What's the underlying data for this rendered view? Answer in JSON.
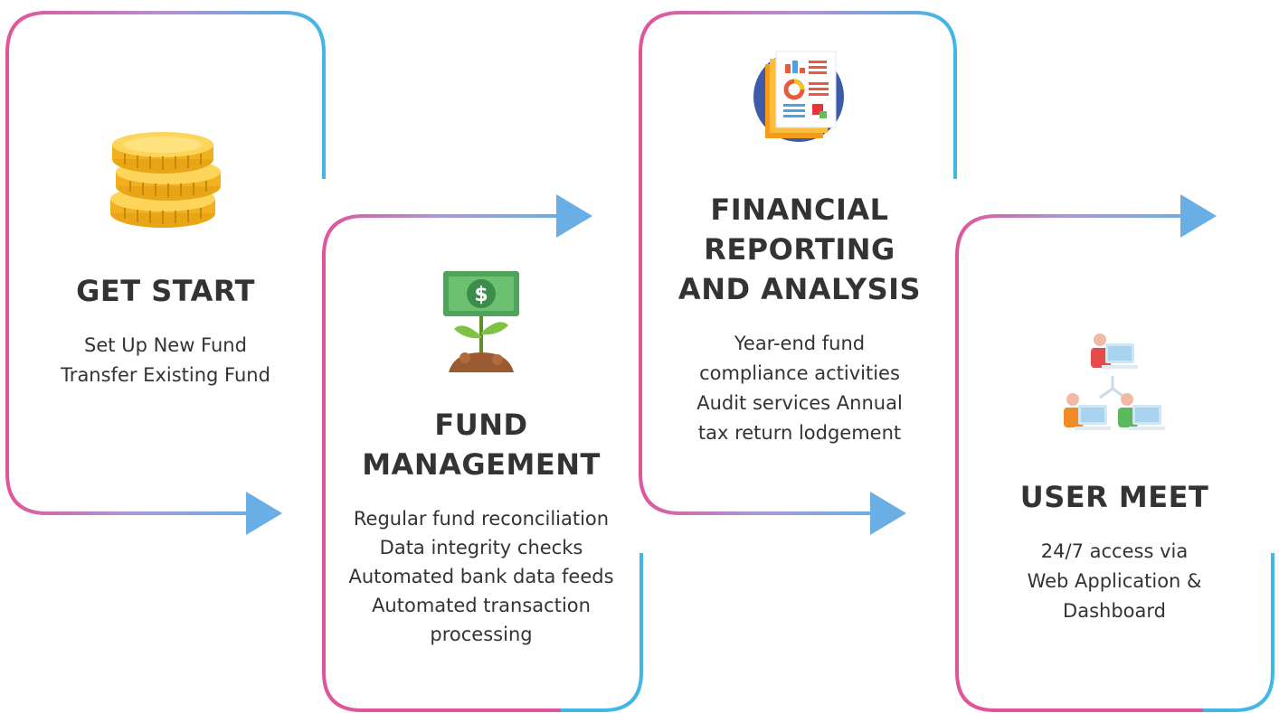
{
  "colors": {
    "pink": "#e0559a",
    "blue": "#41b7e6",
    "arrow": "#6aaee6",
    "text": "#333333"
  },
  "steps": [
    {
      "title_lines": [
        "GET START"
      ],
      "desc_lines": [
        "Set Up New Fund",
        "Transfer Existing Fund"
      ],
      "icon": "coins-stack-icon"
    },
    {
      "title_lines": [
        "FUND",
        "MANAGEMENT"
      ],
      "desc_lines": [
        "Regular fund reconciliation",
        "Data integrity checks",
        "Automated bank data feeds",
        "Automated transaction",
        "processing"
      ],
      "icon": "money-plant-icon"
    },
    {
      "title_lines": [
        "FINANCIAL",
        "REPORTING",
        "AND ANALYSIS"
      ],
      "desc_lines": [
        "Year-end fund",
        "compliance activities",
        "Audit services Annual",
        "tax return lodgement"
      ],
      "icon": "report-document-icon"
    },
    {
      "title_lines": [
        "USER MEET"
      ],
      "desc_lines": [
        "24/7 access via",
        "Web Application &",
        "Dashboard"
      ],
      "icon": "user-network-icon"
    }
  ]
}
